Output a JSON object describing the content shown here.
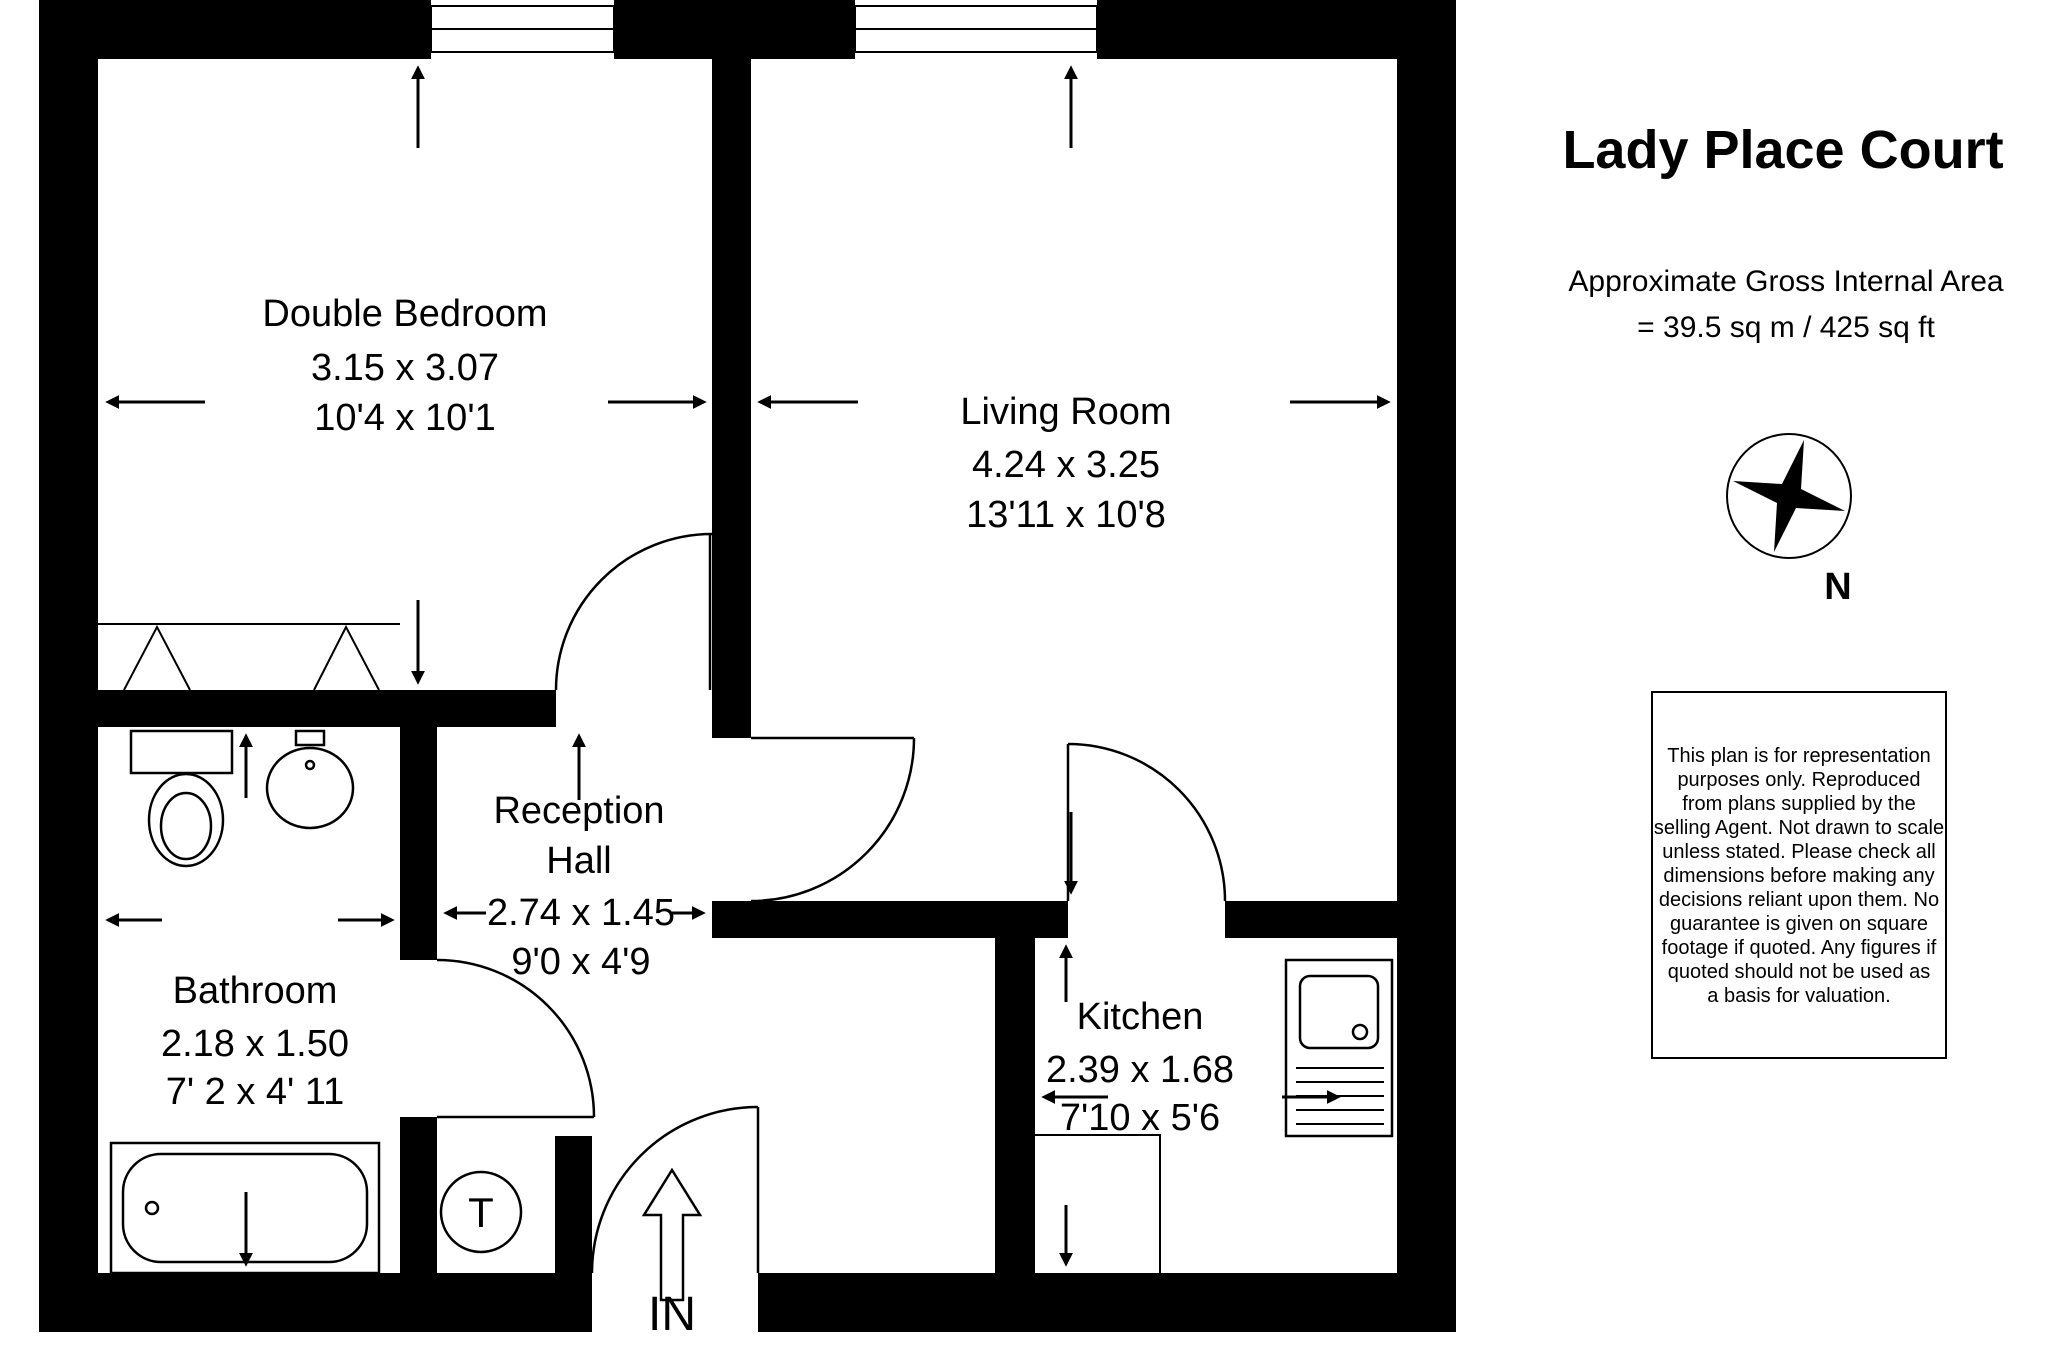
{
  "title": "Lady Place Court",
  "area_note": {
    "line1": "Approximate Gross Internal Area",
    "line2": "= 39.5 sq m / 425 sq ft"
  },
  "compass": {
    "label": "N"
  },
  "entrance": {
    "label": "IN"
  },
  "tank": {
    "label": "T"
  },
  "rooms": {
    "bedroom": {
      "name": "Double Bedroom",
      "metric": "3.15 x 3.07",
      "imperial": "10'4 x 10'1"
    },
    "living": {
      "name": "Living Room",
      "metric": "4.24 x 3.25",
      "imperial": "13'11 x 10'8"
    },
    "reception": {
      "name_line1": "Reception",
      "name_line2": "Hall",
      "metric": "2.74 x 1.45",
      "imperial": "9'0 x 4'9"
    },
    "bathroom": {
      "name": "Bathroom",
      "metric": "2.18 x 1.50",
      "imperial": "7' 2 x 4' 11"
    },
    "kitchen": {
      "name": "Kitchen",
      "metric": "2.39 x 1.68",
      "imperial": "7'10 x 5'6"
    }
  },
  "disclaimer": {
    "lines": [
      "This plan is for representation",
      "purposes only. Reproduced",
      "from plans supplied by the",
      "selling Agent. Not drawn to scale",
      "unless stated. Please check all",
      "dimensions before making any",
      "decisions reliant upon them. No",
      "guarantee is given on square",
      "footage if quoted. Any figures if",
      "quoted should not be used as",
      "a basis for valuation."
    ]
  },
  "colors": {
    "wall": "#000000",
    "background": "#ffffff"
  }
}
